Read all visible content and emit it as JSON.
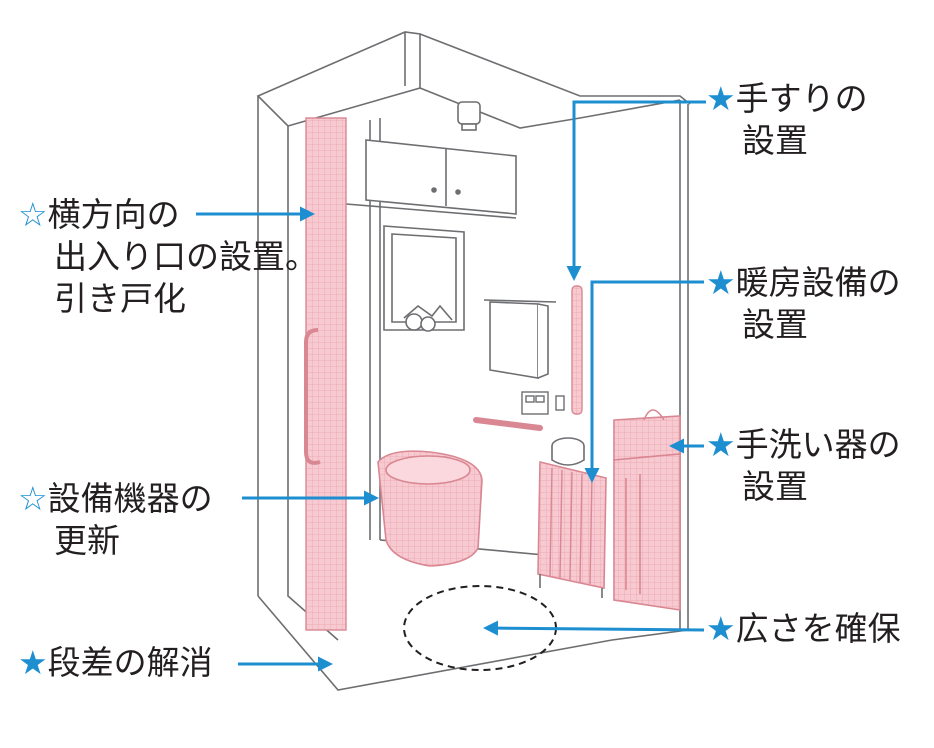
{
  "labels": {
    "handrail": {
      "mark": "★",
      "line1": "手すりの",
      "line2": "設置"
    },
    "heater": {
      "mark": "★",
      "line1": "暖房設備の",
      "line2": "設置"
    },
    "handwash": {
      "mark": "★",
      "line1": "手洗い器の",
      "line2": "設置"
    },
    "space": {
      "mark": "★",
      "line1": "広さを確保"
    },
    "door": {
      "mark": "☆",
      "line1": "横方向の",
      "line2": "出入り口の設置。",
      "line3": "引き戸化"
    },
    "equipment": {
      "mark": "☆",
      "line1": "設備機器の",
      "line2": "更新"
    },
    "step": {
      "mark": "★",
      "line1": "段差の解消"
    }
  },
  "colors": {
    "accent": "#1d8fd1",
    "highlight": "#f4b8c1",
    "highlight_stroke": "#d98792",
    "line_art": "#6d6e71",
    "text": "#231f20"
  }
}
